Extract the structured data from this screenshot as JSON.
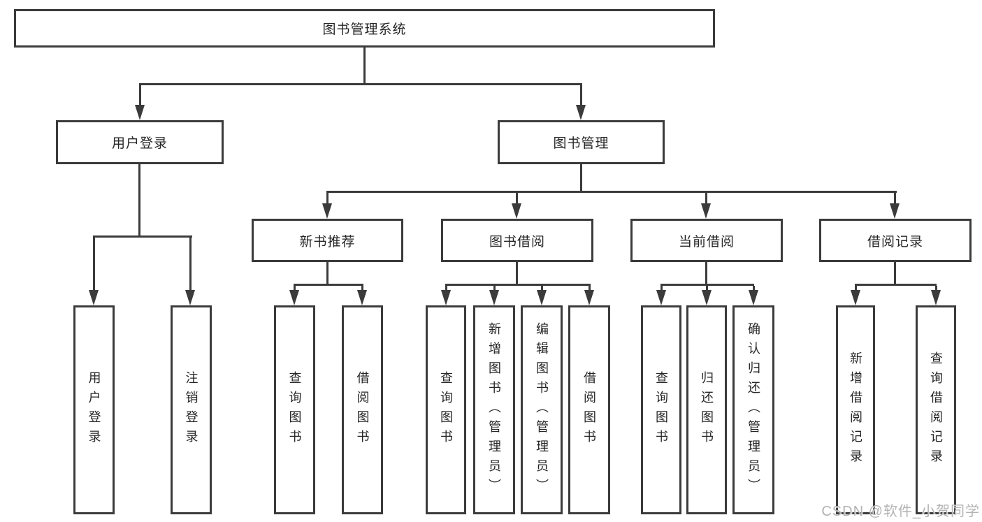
{
  "colors": {
    "line": "#3b3b3b",
    "text": "#262626",
    "watermark": "#b3b3b3"
  },
  "diagram": {
    "title": "图书管理系统",
    "level2": {
      "user_login": "用户登录",
      "book_mgmt": "图书管理"
    },
    "level3": {
      "new_books": "新书推荐",
      "borrowing": "图书借阅",
      "current": "当前借阅",
      "records": "借阅记录"
    },
    "leaves": {
      "user_login": [
        "用户登录",
        "注销登录"
      ],
      "new_books": [
        "查询图书",
        "借阅图书"
      ],
      "borrowing": [
        "查询图书",
        "新增图书（管理员）",
        "编辑图书（管理员）",
        "借阅图书"
      ],
      "current": [
        "查询图书",
        "归还图书",
        "确认归还（管理员）"
      ],
      "records": [
        "新增借阅记录",
        "查询借阅记录"
      ]
    }
  },
  "watermark": {
    "text": "CSDN @软件_小贺同学"
  }
}
